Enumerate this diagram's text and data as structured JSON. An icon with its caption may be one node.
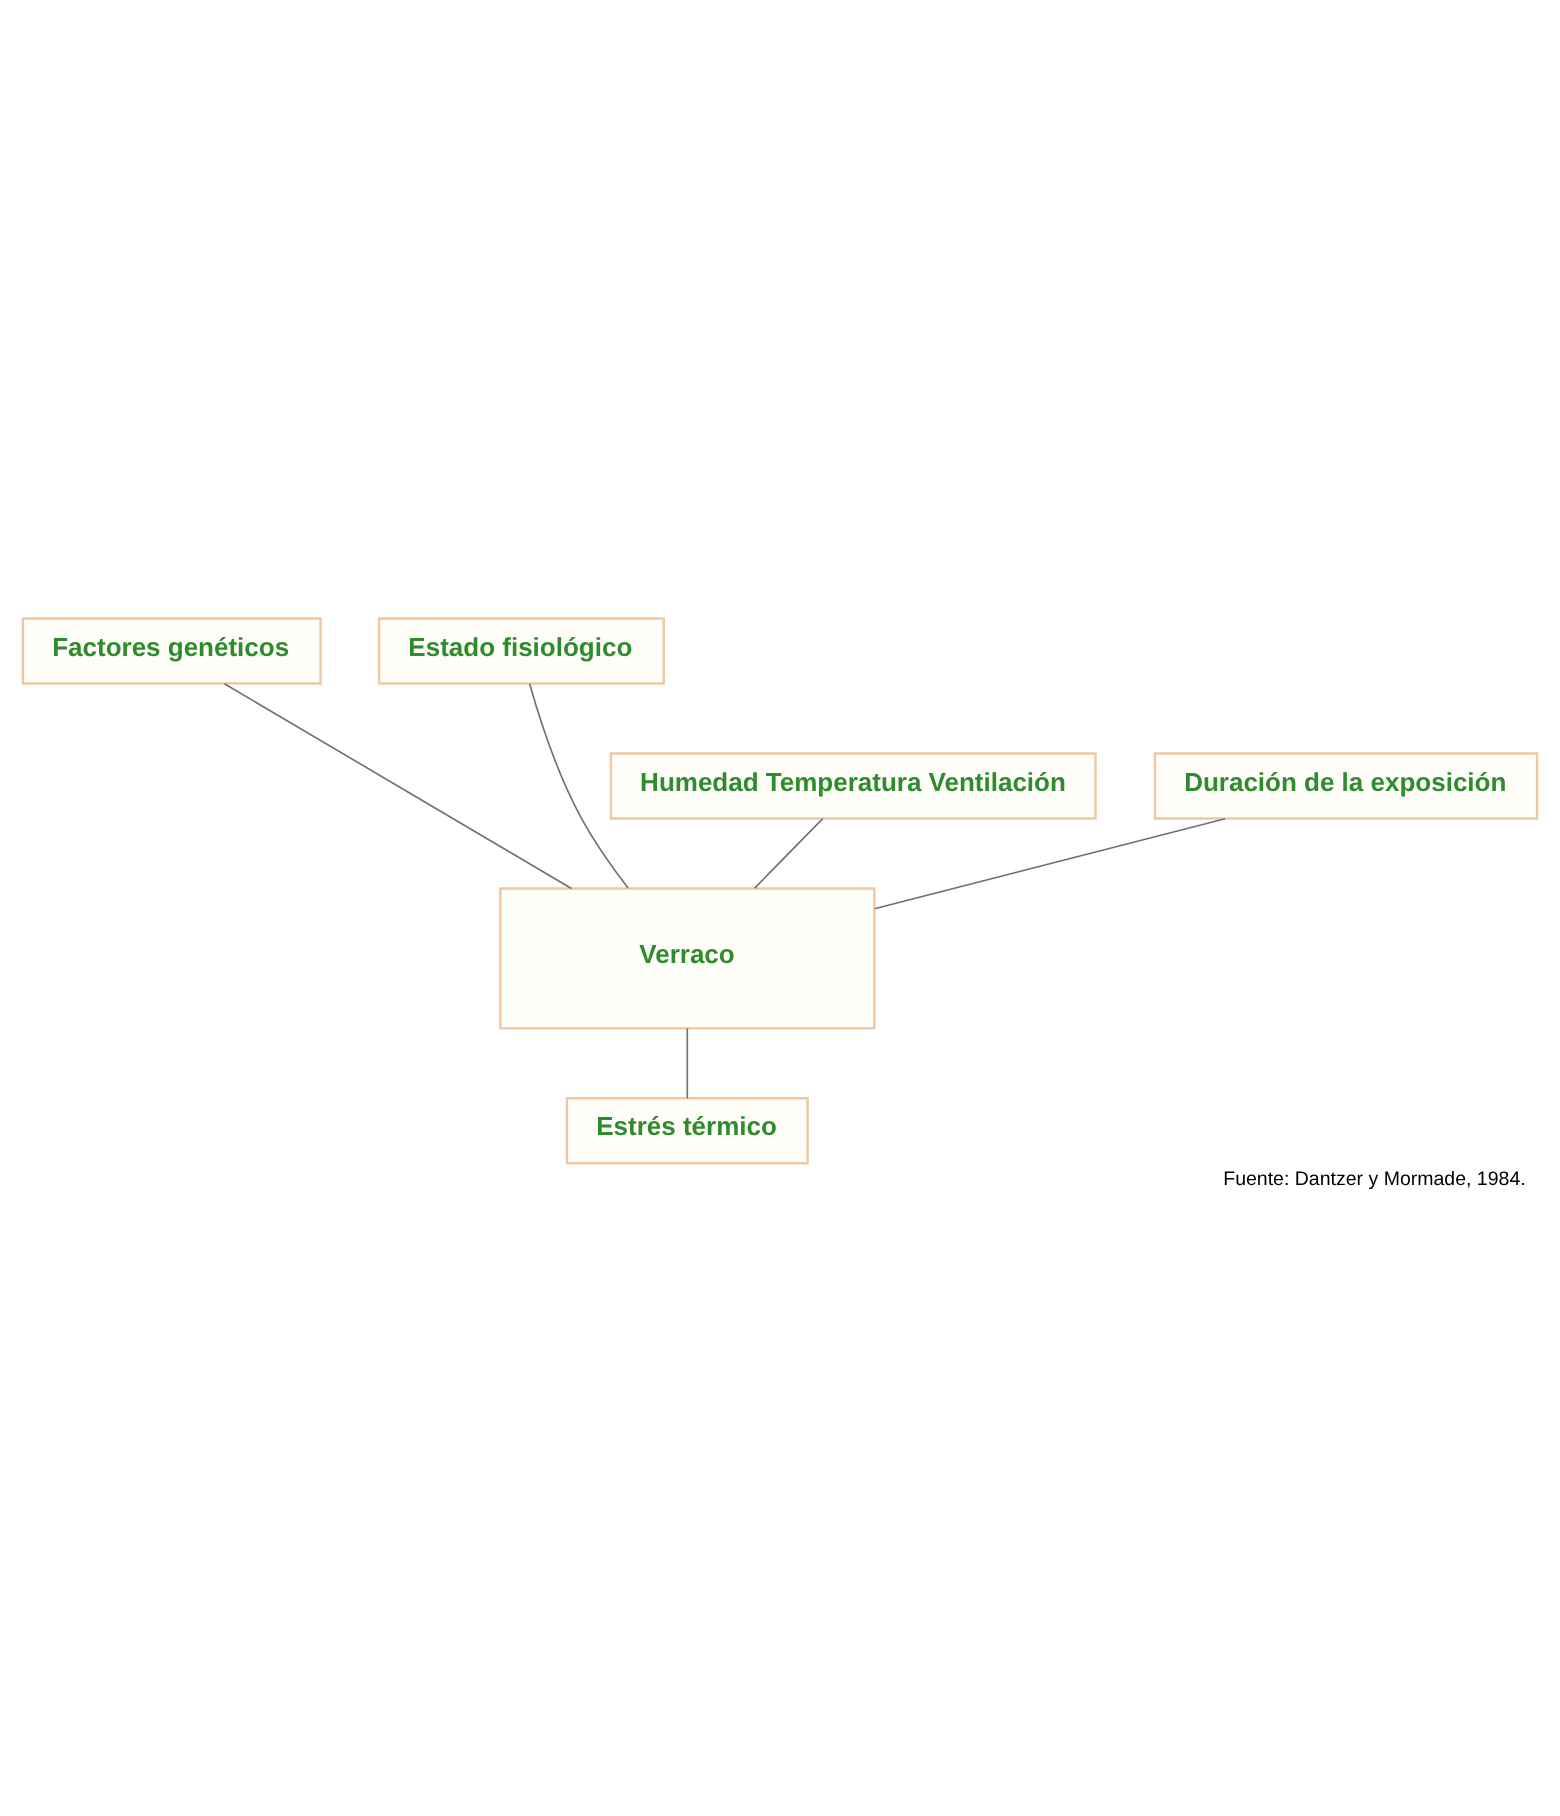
{
  "diagram": {
    "caption": "Fuente: Dantzer y Mormade, 1984.",
    "nodes": [
      {
        "text": [
          "Factores genéticos"
        ]
      },
      {
        "text": [
          "Estado fisiológico"
        ]
      },
      {
        "text": [
          "Humedad Temperatura Ventilación"
        ]
      },
      {
        "text": [
          "Duración de la exposición"
        ]
      },
      {
        "text": [
          "Verraco"
        ]
      },
      {
        "text": [
          "Estrés térmico"
        ]
      }
    ],
    "edges": [
      {
        "from": 0,
        "to": 4,
        "arrow": "none"
      },
      {
        "from": 1,
        "to": 4,
        "arrow": "none"
      },
      {
        "from": 2,
        "to": 4,
        "arrow": "none"
      },
      {
        "from": 3,
        "to": 4,
        "arrow": "none"
      },
      {
        "from": 4,
        "to": 5,
        "arrow": "none"
      }
    ]
  }
}
